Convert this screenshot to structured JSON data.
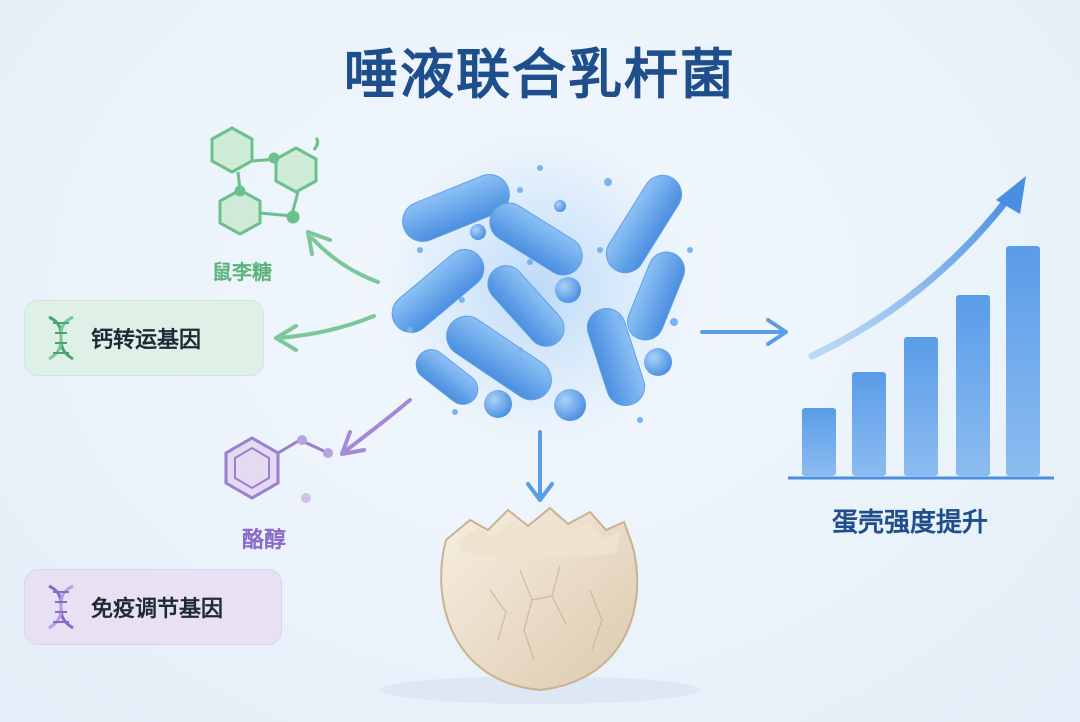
{
  "title": "唾液联合乳杆菌",
  "labels": {
    "rhamnose": "鼠李糖",
    "calcium_gene": "钙转运基因",
    "tyrosol": "酪醇",
    "immune_gene": "免疫调节基因",
    "eggshell_strength": "蛋壳强度提升"
  },
  "colors": {
    "title": "#1f4e8c",
    "bacteria": "#5a9ee6",
    "green": "#6cc08c",
    "purple": "#9a7ed0",
    "bars": "#4a8fe0"
  },
  "icons": [
    "dna-icon",
    "hexagon-molecule-icon",
    "benzene-ring-icon",
    "eggshell-icon",
    "bar-chart-icon",
    "arrow-icon"
  ]
}
